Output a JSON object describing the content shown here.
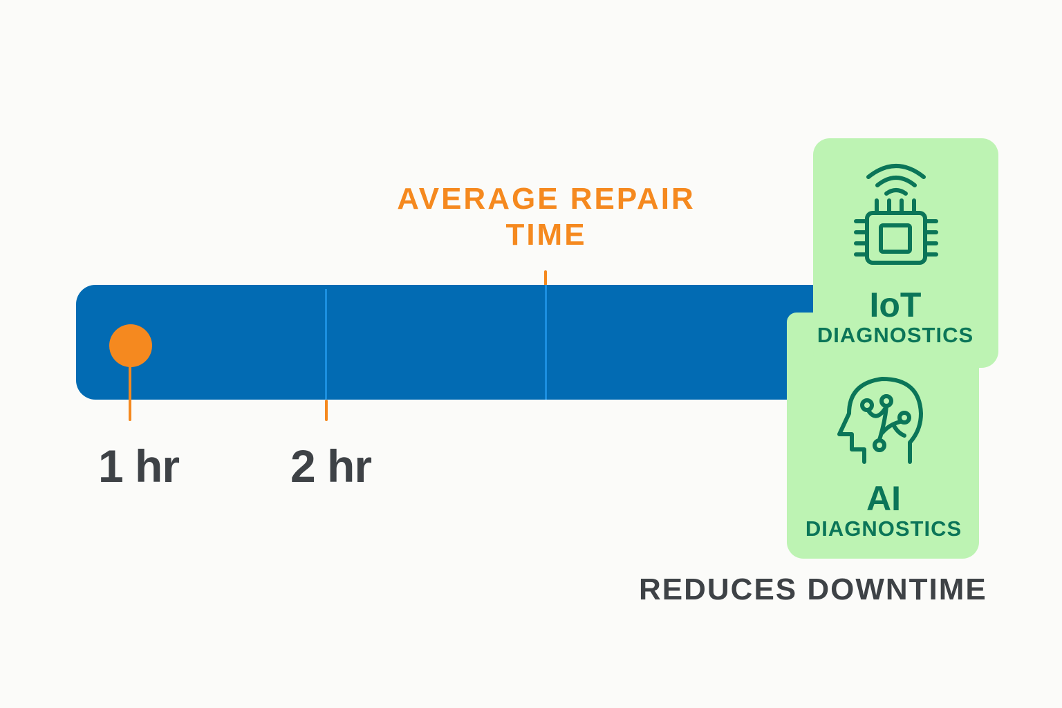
{
  "title": {
    "line1": "AVERAGE REPAIR",
    "line2": "TIME"
  },
  "timeline": {
    "ticks": [
      {
        "label": "1 hr",
        "marker": "pin"
      },
      {
        "label": "2 hr",
        "marker": "tick"
      }
    ],
    "average_marker": "average-repair-time"
  },
  "panels": [
    {
      "icon": "iot-chip-wifi-icon",
      "title": "IoT",
      "subtitle": "DIAGNOSTICS"
    },
    {
      "icon": "ai-head-circuit-icon",
      "title": "AI",
      "subtitle": "DIAGNOSTICS"
    }
  ],
  "footer": "REDUCES DOWNTIME",
  "colors": {
    "bar": "#026bb3",
    "accent_orange": "#f5891f",
    "panel_green": "#bdf3b3",
    "panel_text": "#0b7558",
    "label_gray": "#3e4246"
  }
}
